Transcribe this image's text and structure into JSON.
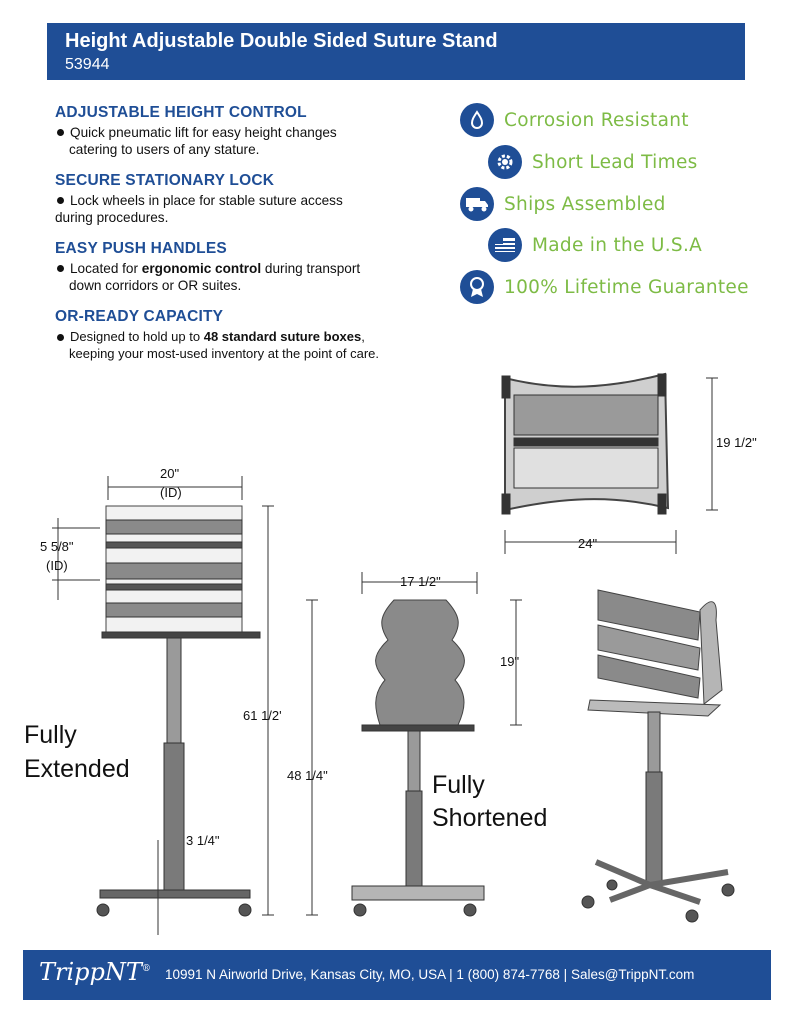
{
  "header": {
    "title": "Height Adjustable Double Sided Suture Stand",
    "code": "53944"
  },
  "features": [
    {
      "heading": "ADJUSTABLE HEIGHT CONTROL",
      "line1": "Quick pneumatic lift for easy height changes",
      "line2": "catering to users of any stature."
    },
    {
      "heading": "SECURE STATIONARY LOCK",
      "line1": "Lock wheels in place for stable suture access",
      "line2": "during procedures."
    },
    {
      "heading": "EASY PUSH HANDLES",
      "pre": "Located for ",
      "bold": "ergonomic control",
      "post": " during transport",
      "line2": "down corridors or OR suites."
    },
    {
      "heading": "OR-READY CAPACITY",
      "pre": "Designed to hold up to ",
      "bold": "48 standard suture boxes",
      "post": ",",
      "line2": "keeping your most-used inventory at the point of care."
    }
  ],
  "badges": [
    {
      "label": "Corrosion Resistant",
      "icon": "drop-icon"
    },
    {
      "label": "Short Lead Times",
      "icon": "gear-icon"
    },
    {
      "label": "Ships Assembled",
      "icon": "truck-icon"
    },
    {
      "label": "Made in the U.S.A",
      "icon": "flag-icon"
    },
    {
      "label": "100% Lifetime Guarantee",
      "icon": "ribbon-icon"
    }
  ],
  "dimensions": {
    "top_height": "19 1/2\"",
    "top_width": "24\"",
    "id_width": "20\"",
    "id_width_note": "(ID)",
    "shelf_gap": "5 5/8\"",
    "shelf_gap_note": "(ID)",
    "extended_height": "61 1/2'",
    "pole": "3 1/4\"",
    "short_width": "17 1/2\"",
    "short_panel": "19\"",
    "short_height": "48 1/4\""
  },
  "labels": {
    "extended_1": "Fully",
    "extended_2": "Extended",
    "shortened_1": "Fully",
    "shortened_2": "Shortened"
  },
  "footer": {
    "logo": "TrippNT",
    "logo_mark": "®",
    "address": "10991 N Airworld Drive, Kansas City, MO, USA | 1 (800) 874-7768 | Sales@TrippNT.com"
  },
  "colors": {
    "brand_blue": "#1f4e96",
    "badge_green": "#7dbb45"
  }
}
